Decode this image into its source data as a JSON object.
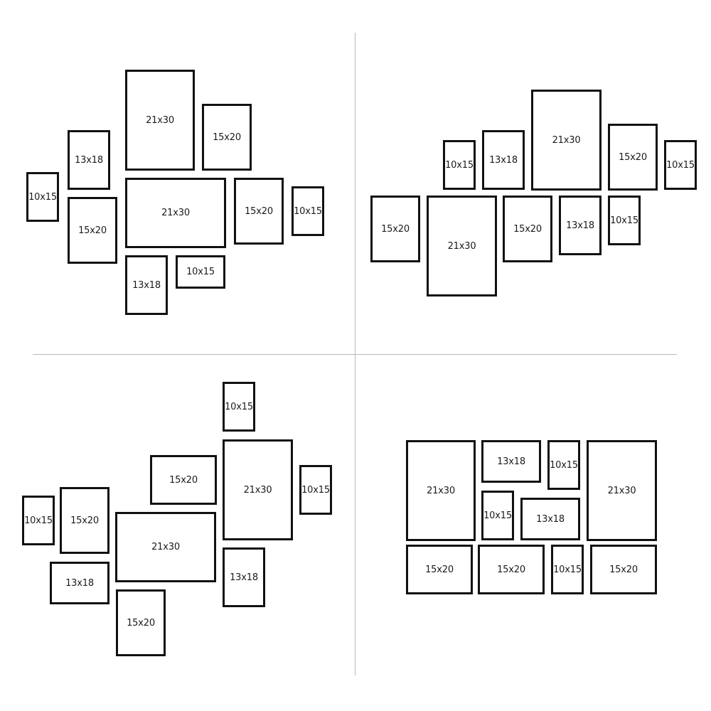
{
  "colors": {
    "frame_border": "#111111",
    "divider": "#b9b9b9",
    "background": "#ffffff"
  },
  "layouts": [
    {
      "name": "layout-top-left",
      "frames": [
        {
          "label": "21x30"
        },
        {
          "label": "15x20"
        },
        {
          "label": "13x18"
        },
        {
          "label": "10x15"
        },
        {
          "label": "15x20"
        },
        {
          "label": "21x30"
        },
        {
          "label": "15x20"
        },
        {
          "label": "10x15"
        },
        {
          "label": "13x18"
        },
        {
          "label": "10x15"
        }
      ]
    },
    {
      "name": "layout-top-right",
      "frames": [
        {
          "label": "21x30"
        },
        {
          "label": "13x18"
        },
        {
          "label": "10x15"
        },
        {
          "label": "15x20"
        },
        {
          "label": "10x15"
        },
        {
          "label": "15x20"
        },
        {
          "label": "21x30"
        },
        {
          "label": "15x20"
        },
        {
          "label": "13x18"
        },
        {
          "label": "10x15"
        }
      ]
    },
    {
      "name": "layout-bottom-left",
      "frames": [
        {
          "label": "10x15"
        },
        {
          "label": "15x20"
        },
        {
          "label": "21x30"
        },
        {
          "label": "10x15"
        },
        {
          "label": "10x15"
        },
        {
          "label": "15x20"
        },
        {
          "label": "21x30"
        },
        {
          "label": "13x18"
        },
        {
          "label": "13x18"
        },
        {
          "label": "15x20"
        }
      ]
    },
    {
      "name": "layout-bottom-right",
      "frames": [
        {
          "label": "21x30"
        },
        {
          "label": "13x18"
        },
        {
          "label": "10x15"
        },
        {
          "label": "21x30"
        },
        {
          "label": "10x15"
        },
        {
          "label": "13x18"
        },
        {
          "label": "15x20"
        },
        {
          "label": "15x20"
        },
        {
          "label": "10x15"
        },
        {
          "label": "15x20"
        }
      ]
    }
  ]
}
